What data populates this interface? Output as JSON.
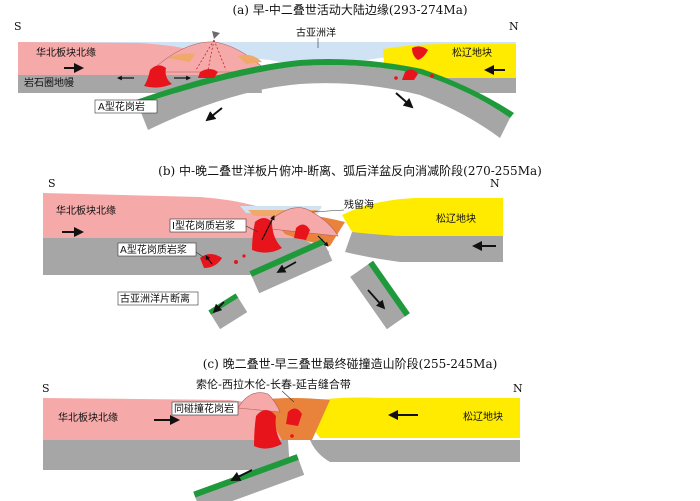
{
  "colors": {
    "continent_north_china": "#f5a9a9",
    "continent_songliao": "#ffeb00",
    "mantle": "#a6a6a6",
    "oceanic_crust": "#1f9a3a",
    "ocean_water": "#cfe3f5",
    "magma": "#e8141c",
    "sediment": "#f0a96a",
    "suture": "#e9823a"
  },
  "panel_a": {
    "title": "(a) 早-中二叠世活动大陆边缘(293-274Ma)",
    "south": "S",
    "north": "N",
    "ocean_label": "古亚洲洋",
    "north_china_margin": "华北板块北缘",
    "lithospheric_mantle": "岩石圈地幔",
    "songliao_block": "松辽地块",
    "a_type_granite": "A型花岗岩"
  },
  "panel_b": {
    "title": "(b) 中-晚二叠世洋板片俯冲-断离、弧后洋盆反向消减阶段(270-255Ma)",
    "south": "S",
    "north": "N",
    "residual_sea": "残留海",
    "north_china_margin": "华北板块北缘",
    "i_type_magma": "I型花岗质岩浆",
    "a_type_magma": "A型花岗质岩浆",
    "songliao_block": "松辽地块",
    "slab_breakoff": "古亚洲洋片断离"
  },
  "panel_c": {
    "title": "(c) 晚二叠世-早三叠世最终碰撞造山阶段(255-245Ma)",
    "south": "S",
    "north": "N",
    "suture_zone": "索伦-西拉木伦-长春-延吉缝合带",
    "north_china_margin": "华北板块北缘",
    "syn_collision_granite": "同碰撞花岗岩",
    "songliao_block": "松辽地块"
  }
}
